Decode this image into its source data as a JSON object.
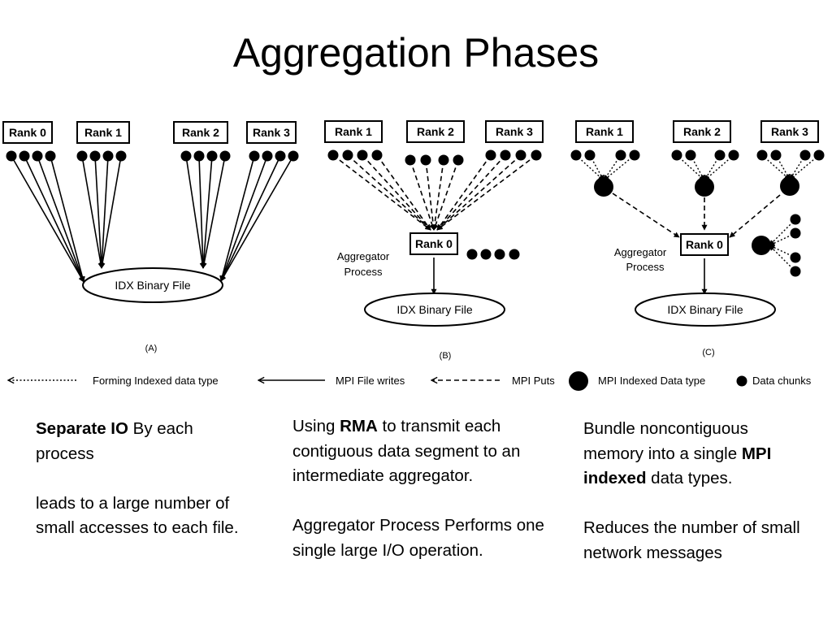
{
  "title": "Aggregation Phases",
  "panels": {
    "a": {
      "caption": "(A)",
      "ranks": [
        "Rank 0",
        "Rank 1",
        "Rank 2",
        "Rank 3"
      ],
      "file": "IDX Binary File"
    },
    "b": {
      "caption": "(B)",
      "ranks": [
        "Rank 1",
        "Rank 2",
        "Rank 3"
      ],
      "aggregator_rank": "Rank 0",
      "aggregator_label": [
        "Aggregator",
        "Process"
      ],
      "file": "IDX Binary File"
    },
    "c": {
      "caption": "(C)",
      "ranks": [
        "Rank 1",
        "Rank 2",
        "Rank 3"
      ],
      "aggregator_rank": "Rank 0",
      "aggregator_label": [
        "Aggregator",
        "Process"
      ],
      "file": "IDX Binary File"
    }
  },
  "legend": [
    {
      "symbol": "dotted-arrow",
      "label": "Forming Indexed data type"
    },
    {
      "symbol": "solid-arrow",
      "label": "MPI File writes"
    },
    {
      "symbol": "dashed-arrow",
      "label": "MPI Puts"
    },
    {
      "symbol": "large-dot",
      "label": "MPI Indexed Data type"
    },
    {
      "symbol": "small-dot",
      "label": "Data chunks"
    }
  ],
  "text": {
    "col1": {
      "line1_bold": "Separate IO",
      "line1_rest": " By each process",
      "para2": "leads to a large number of  small accesses to each file."
    },
    "col2": {
      "line1_pre": "Using ",
      "line1_bold": "RMA",
      "line1_rest": " to transmit each contiguous data segment to an intermediate aggregator.",
      "para2": "Aggregator Process Performs one single large I/O operation."
    },
    "col3": {
      "line1_pre": "Bundle noncontiguous memory into a single ",
      "line1_bold": "MPI indexed",
      "line1_rest": " data types.",
      "para2": "Reduces the number of small network messages"
    }
  }
}
